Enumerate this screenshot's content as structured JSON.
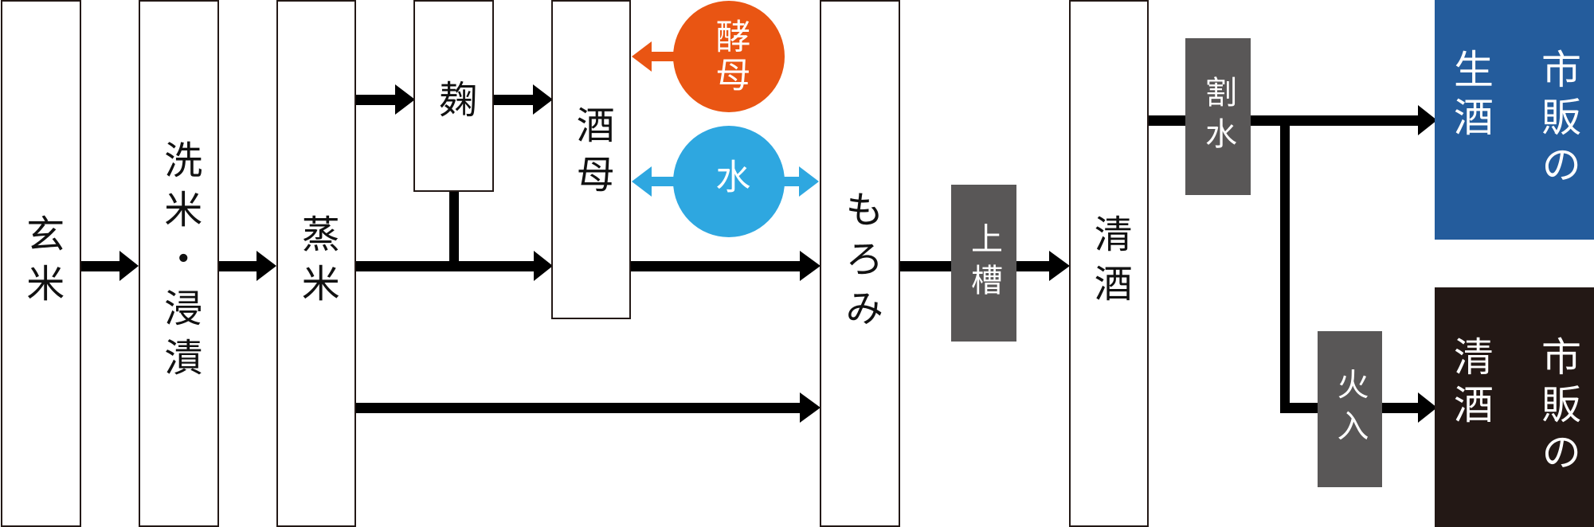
{
  "title": "日本酒の製造工程",
  "steps": {
    "genmai": "玄米",
    "senmai": "洗米・浸漬",
    "mushimai": "蒸米",
    "koji": "麹",
    "shubo": "酒母",
    "moromi": "もろみ",
    "joso": "上槽",
    "seishu": "清酒",
    "warimizu": "割水",
    "hiire": "火入"
  },
  "inputs": {
    "kobo": "酵母",
    "mizu": "水"
  },
  "products": {
    "namazake": "市販の\n生酒",
    "seishu": "市販の\n清酒"
  },
  "colors": {
    "kobo": "#e95513",
    "mizu": "#2ea7e0",
    "namazake": "#245c9c",
    "seishu": "#231815",
    "process": "#595757",
    "arrow": "#000000"
  }
}
